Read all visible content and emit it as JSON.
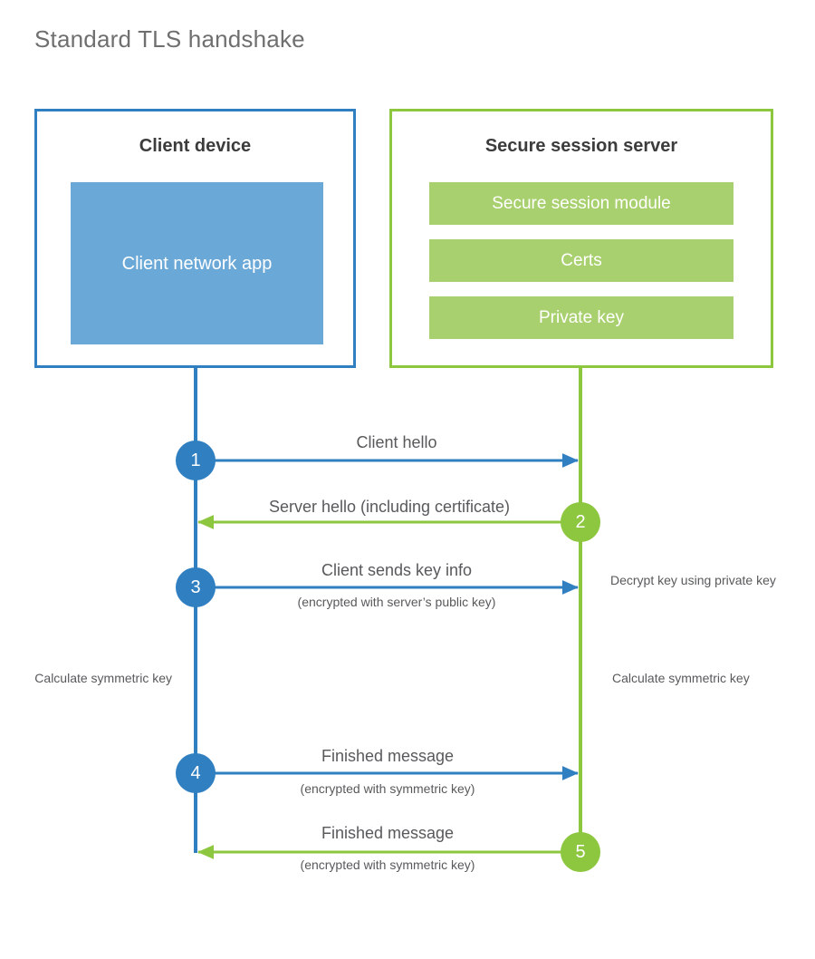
{
  "title": "Standard TLS handshake",
  "colors": {
    "client_accent": "#2f7fc1",
    "server_accent": "#8dc63f",
    "client_app_fill": "#6aa8d8",
    "server_bar_fill": "#a9d06e",
    "text": "#58595b",
    "title_text": "#6f6f6f",
    "background": "#ffffff"
  },
  "parties": {
    "client": {
      "title": "Client device",
      "app_label": "Client network app"
    },
    "server": {
      "title": "Secure session server",
      "modules": [
        "Secure session module",
        "Certs",
        "Private key"
      ]
    }
  },
  "steps": [
    {
      "number": "1",
      "direction": "client-to-server",
      "main": "Client hello",
      "sub": ""
    },
    {
      "number": "2",
      "direction": "server-to-client",
      "main": "Server hello (including certificate)",
      "sub": ""
    },
    {
      "number": "3",
      "direction": "client-to-server",
      "main": "Client sends key info",
      "sub": "(encrypted with server’s public key)"
    },
    {
      "number": "4",
      "direction": "client-to-server",
      "main": "Finished message",
      "sub": "(encrypted with symmetric key)"
    },
    {
      "number": "5",
      "direction": "server-to-client",
      "main": "Finished message",
      "sub": "(encrypted with symmetric key)"
    }
  ],
  "annotations": {
    "decrypt_note": "Decrypt key using private key",
    "client_calculate": "Calculate symmetric key",
    "server_calculate": "Calculate symmetric key"
  }
}
